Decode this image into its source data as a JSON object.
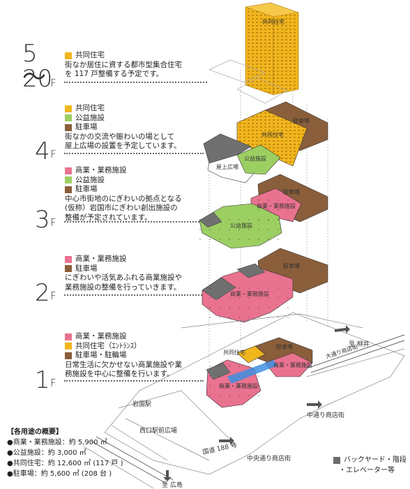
{
  "floors": {
    "f20": {
      "num_top": "5～",
      "num_bottom": "20",
      "f": "F",
      "legend": [
        {
          "label": "共同住宅",
          "color": "#f0b61e"
        }
      ],
      "description": [
        "街なか居住に資する都市型集合住宅",
        "を 117 戸整備する予定です。"
      ]
    },
    "f4": {
      "num": "4",
      "f": "F",
      "legend": [
        {
          "label": "共同住宅",
          "color": "#f0b61e"
        },
        {
          "label": "公益施設",
          "color": "#9ccf62"
        },
        {
          "label": "駐車場",
          "color": "#8a5e3a"
        }
      ],
      "description": [
        "街なかの交流や賑わいの場として",
        "屋上広場の設置を予定しています。"
      ]
    },
    "f3": {
      "num": "3",
      "f": "F",
      "legend": [
        {
          "label": "商業・業務施設",
          "color": "#e9728f"
        },
        {
          "label": "公益施設",
          "color": "#9ccf62"
        },
        {
          "label": "駐車場",
          "color": "#8a5e3a"
        }
      ],
      "description": [
        "中心市街地のにぎわいの拠点となる",
        "(仮称）岩国市にぎわい創出施設の",
        "整備が予定されています。"
      ]
    },
    "f2": {
      "num": "2",
      "f": "F",
      "legend": [
        {
          "label": "商業・業務施設",
          "color": "#e9728f"
        },
        {
          "label": "駐車場",
          "color": "#8a5e3a"
        }
      ],
      "description": [
        "にぎわいや活気あふれる商業施設や",
        "業務施設の整備を行っていきます。"
      ]
    },
    "f1": {
      "num": "1",
      "f": "F",
      "legend": [
        {
          "label": "商業・業務施設",
          "color": "#e9728f"
        },
        {
          "label": "共同住宅（ｴﾝﾄﾗﾝｽ）",
          "color": "#f0b61e"
        },
        {
          "label": "駐車場・駐輪場",
          "color": "#8a5e3a"
        }
      ],
      "description": [
        "日常生活に欠かせない商業施設や業",
        "務施設を中心に整備を行います。"
      ]
    }
  },
  "plan_labels": {
    "housing_tower": "共同住宅",
    "f4_parking": "駐車場",
    "f4_housing": "共同住宅",
    "f4_plaza": "屋上広場",
    "f4_public": "公益施設",
    "f3_parking": "駐車場",
    "f3_commercial": "商業・業務施設",
    "f3_public": "公益施設",
    "f2_parking": "駐車場",
    "f2_commercial": "商業・業務施設",
    "f1_housing": "共同住宅",
    "f1_parking": "駐車場",
    "f1_commercial_a": "商業・業務施設",
    "f1_commercial_b": "商業・業務施設"
  },
  "map_labels": {
    "yanai": "至 柳井",
    "iwakuni_station": "岩国駅",
    "nishiguchi": "西口駅前広場",
    "route188": "国道 188 号",
    "naka_dori": "中通り商店街",
    "chuo_dori": "中央通り商店街",
    "hiroshima": "至 広島",
    "odori": "大通り商店街"
  },
  "summary": {
    "title": "【各用途の概要】",
    "items": [
      "●商業・業務施設：約 5,900 ㎡",
      "●公益施設：約 3,000 ㎡",
      "●共同住宅：約 12,600 ㎡ (117 戸 )",
      "●駐車場：約 5,600 ㎡ (208 台 )"
    ]
  },
  "bottom_legend": {
    "line1": "バックヤード・階段",
    "line2": "・エレベーター等",
    "color": "#6b6b6b"
  }
}
